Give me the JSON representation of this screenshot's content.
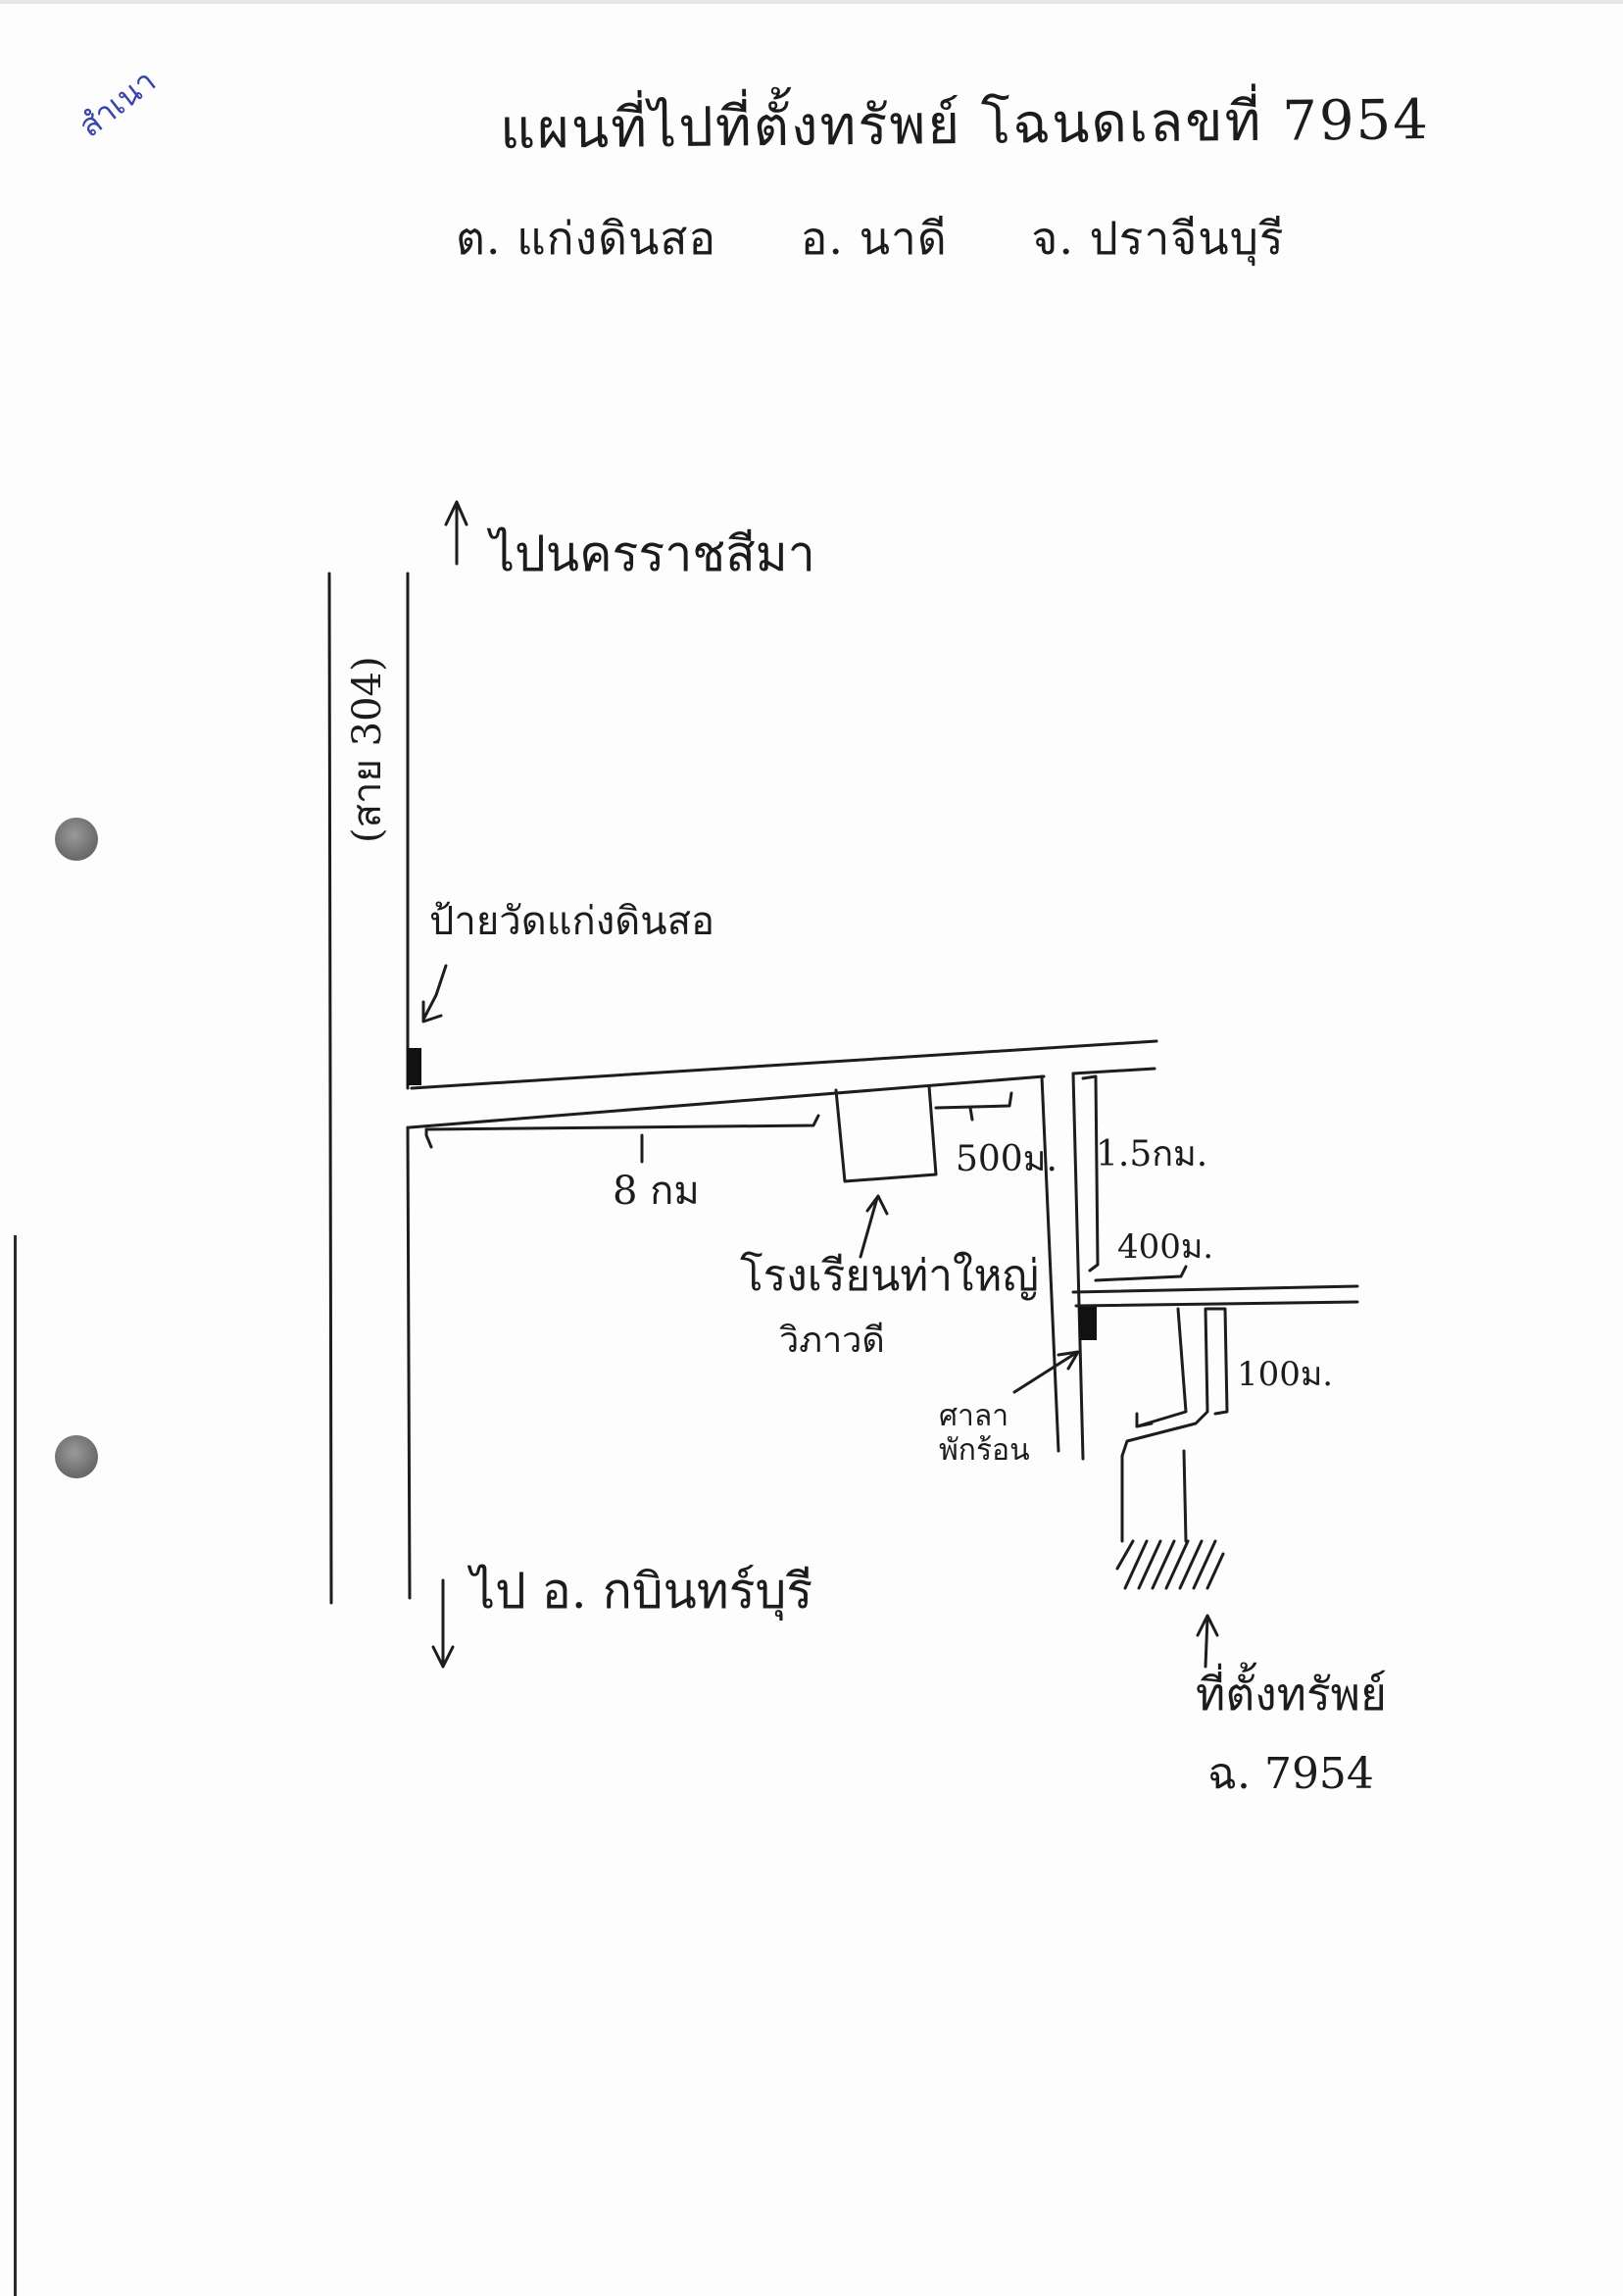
{
  "document": {
    "title": "แผนที่ไปที่ตั้งทรัพย์ โฉนดเลขที่ 7954",
    "location": {
      "tambon": "ต. แก่งดินสอ",
      "amphoe": "อ. นาดี",
      "changwat": "จ. ปราจีนบุรี"
    },
    "corner_annotation": "สำเนา"
  },
  "map": {
    "highway_label": "(สาย 304)",
    "north_destination": "ไปนครราชสีมา",
    "south_destination": "ไป อ. กบินทร์บุรี",
    "sign_label": "ป้ายวัดแก่งดินสอ",
    "distances": {
      "main_branch": "8 กม",
      "school_to_junction": "500ม.",
      "junction_south": "1.5กม.",
      "to_lane": "400ม.",
      "lane_to_property": "100ม."
    },
    "landmarks": {
      "school": "โรงเรียนท่าใหญ่",
      "school_sub": "วิภาวดี",
      "pavilion_line1": "ศาลา",
      "pavilion_line2": "พักร้อน"
    },
    "property": {
      "label": "ที่ตั้งทรัพย์",
      "deed": "ฉ. 7954"
    }
  }
}
